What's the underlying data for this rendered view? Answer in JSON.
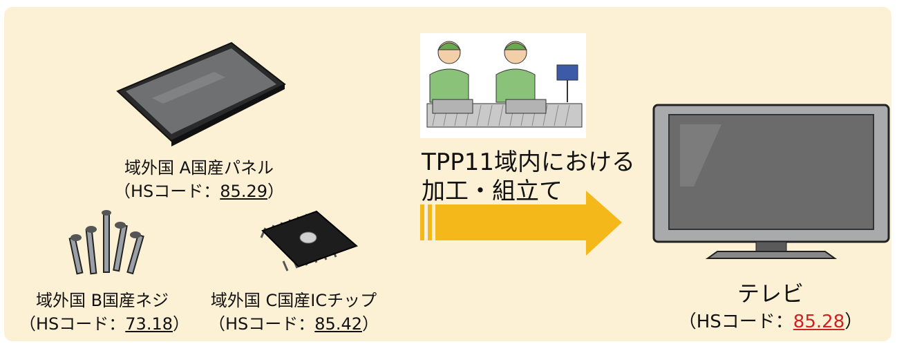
{
  "panel": {
    "label": "域外国 A国産パネル",
    "code_prefix": "（HSコード：",
    "code": "85.29",
    "code_suffix": "）"
  },
  "screw": {
    "label": "域外国 B国産ネジ",
    "code_prefix": "（HSコード：",
    "code": "73.18",
    "code_suffix": "）"
  },
  "chip": {
    "label": "域外国 C国産ICチップ",
    "code_prefix": "（HSコード：",
    "code": "85.42",
    "code_suffix": "）"
  },
  "process": {
    "line1": "TPP11域内における",
    "line2": "加工・組立て"
  },
  "product": {
    "label": "テレビ",
    "code_prefix": "（HSコード：",
    "code": "85.28",
    "code_suffix": "）"
  },
  "colors": {
    "background": "#fdf1d5",
    "arrow": "#f4b81a",
    "code_highlight": "#cc2222"
  }
}
